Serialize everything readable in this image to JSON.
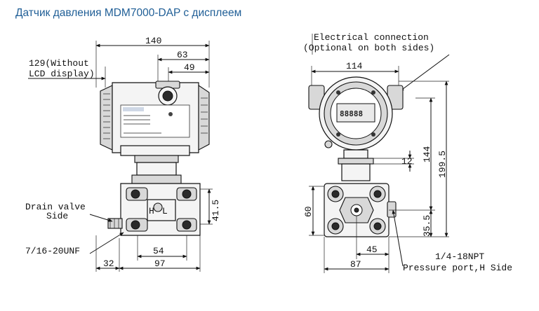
{
  "title": "Датчик давления MDM7000-DAP с дисплеем",
  "left_view": {
    "dim_140": "140",
    "dim_63": "63",
    "dim_49": "49",
    "note_129_line1": "129(Without",
    "note_129_line2": "LCD display)",
    "drain_valve_line1": "Drain valve",
    "drain_valve_line2": "Side",
    "thread": "7/16-20UNF",
    "dim_41_5": "41.5",
    "dim_54": "54",
    "dim_32": "32",
    "dim_97": "97",
    "port_h": "H",
    "port_l": "L"
  },
  "right_view": {
    "electrical_line1": "Electrical connection",
    "electrical_line2": "(Optional on both sides)",
    "dim_114": "114",
    "dim_12": "12",
    "dim_144": "144",
    "dim_199_5": "199.5",
    "dim_60": "60",
    "dim_35_5": "35.5",
    "dim_45": "45",
    "dim_87": "87",
    "npt_line1": "1/4-18NPT",
    "npt_line2": "Pressure port,H Side",
    "display_digits": "88888"
  },
  "colors": {
    "title": "#1f5e96",
    "line": "#111111",
    "housing": "#f4f4f4"
  }
}
